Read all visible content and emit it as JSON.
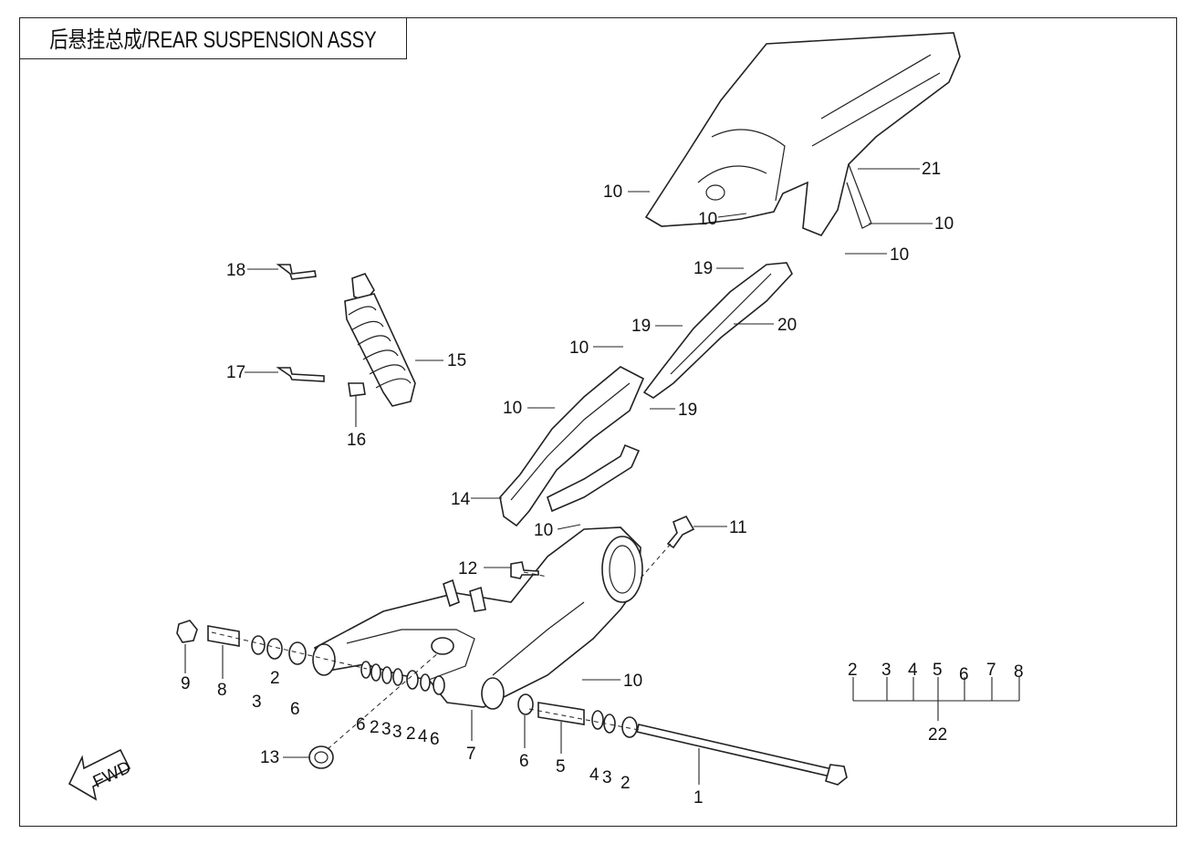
{
  "title": "后悬挂总成/REAR SUSPENSION  ASSY",
  "fwd_label": "FWD",
  "callouts": {
    "c1": "1",
    "c2a": "2",
    "c2b": "2",
    "c2c": "2",
    "c2d": "2",
    "c3a": "3",
    "c3b": "3",
    "c3c": "3",
    "c3d": "3",
    "c4a": "4",
    "c4b": "4",
    "c5": "5",
    "c6a": "6",
    "c6b": "6",
    "c6c": "6",
    "c6d": "6",
    "c7": "7",
    "c8": "8",
    "c9": "9",
    "c10a": "10",
    "c10b": "10",
    "c10c": "10",
    "c10d": "10",
    "c10e": "10",
    "c10f": "10",
    "c10g": "10",
    "c10h": "10",
    "c11": "11",
    "c12": "12",
    "c13": "13",
    "c14": "14",
    "c15": "15",
    "c16": "16",
    "c17": "17",
    "c18": "18",
    "c19a": "19",
    "c19b": "19",
    "c19c": "19",
    "c20": "20",
    "c21": "21"
  },
  "kit": {
    "items": [
      "2",
      "3",
      "4",
      "5",
      "6",
      "7",
      "8"
    ],
    "assembly": "22"
  }
}
